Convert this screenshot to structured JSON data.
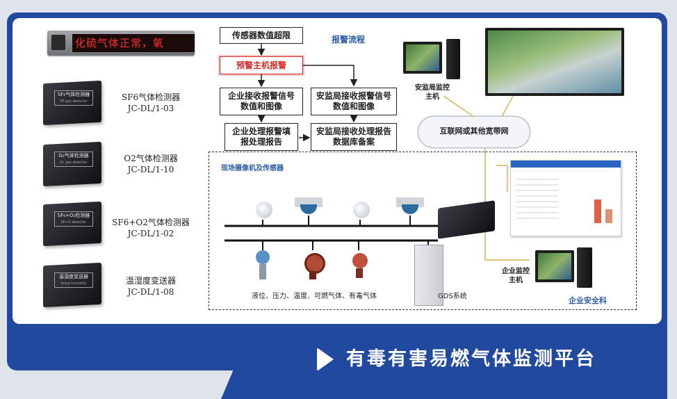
{
  "led_display": {
    "text": "化硫气体正常，氧"
  },
  "devices": [
    {
      "plate": "SF₆气体检测器",
      "plate_sub": "SF gas detector",
      "name": "SF6气体检测器",
      "model": "JC-DL/1-03"
    },
    {
      "plate": "O₂气体检测器",
      "plate_sub": "O₂ gas detector",
      "name": "O2气体检测器",
      "model": "JC-DL/1-10"
    },
    {
      "plate": "SF₆+O₂检测器",
      "plate_sub": "SF+O detector",
      "name": "SF6+O2气体检测器",
      "model": "JC-DL/1-02"
    },
    {
      "plate": "温湿度变送器",
      "plate_sub": "temp humidity",
      "name": "温湿度变送器",
      "model": "JC-DL/1-08"
    }
  ],
  "flow": {
    "title": "报警流程",
    "step_exceed": "传感器数值超限",
    "step_host_alarm": "预警主机报警",
    "step_enterprise_receive": "企业接收报警信号数值和图像",
    "step_bureau_receive": "安监局接收报警信号数值和图像",
    "step_enterprise_handle": "企业处理报警填报处理报告",
    "step_bureau_handle": "安监局接收处理报告数据库备案"
  },
  "labels": {
    "bureau_host": "安监局监控主机",
    "network": "互联网或其他宽带网",
    "field_section": "现场摄像机及传感器",
    "sensors": "液位、压力、温度、可燃气体、有毒气体",
    "gds": "GDS系统",
    "enterprise_host": "企业监控主机",
    "enterprise_safety": "企业安全科"
  },
  "banner": {
    "title": "有毒有害易燃气体监测平台"
  },
  "colors": {
    "brand_blue": "#214a9f",
    "alarm_red": "#d62a2a",
    "led_red": "#ff3030"
  }
}
